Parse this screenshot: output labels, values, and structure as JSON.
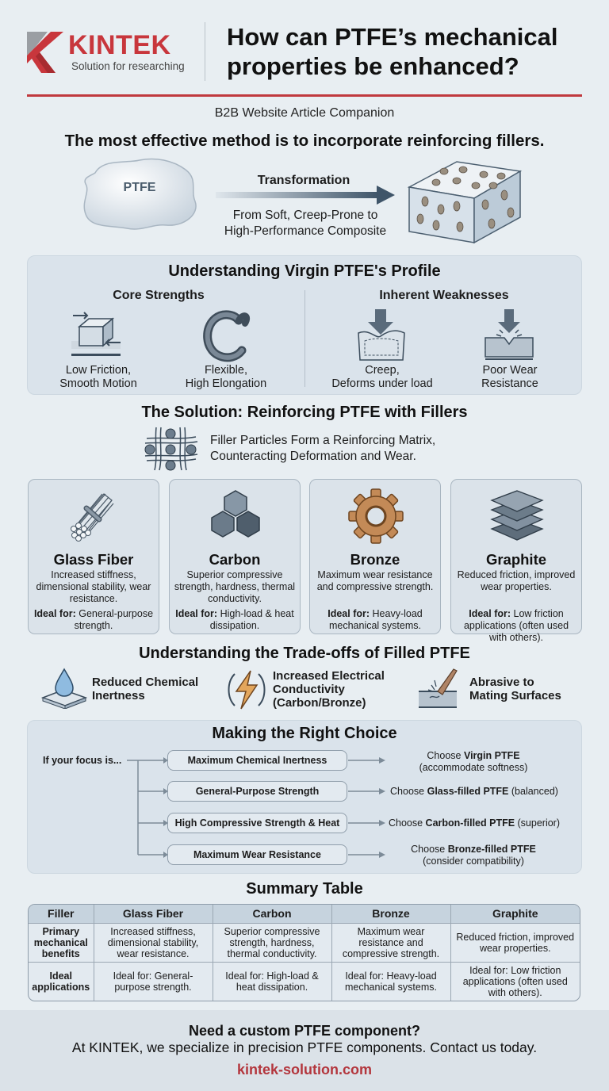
{
  "brand": {
    "name": "KINTEK",
    "tagline": "Solution for researching",
    "color": "#c8363c"
  },
  "header": {
    "title": "How can PTFE’s mechanical properties be enhanced?",
    "subtitle": "B2B Website Article Companion",
    "headline": "The most effective method is to incorporate reinforcing fillers."
  },
  "transformation": {
    "source_label": "PTFE",
    "arrow_label": "Transformation",
    "description_line1": "From Soft, Creep-Prone to",
    "description_line2": "High-Performance Composite"
  },
  "profile": {
    "title": "Understanding Virgin PTFE's Profile",
    "strengths_heading": "Core Strengths",
    "weaknesses_heading": "Inherent Weaknesses",
    "strengths": [
      {
        "icon": "sliding-block-icon",
        "line1": "Low Friction,",
        "line2": "Smooth Motion"
      },
      {
        "icon": "flexible-ring-icon",
        "line1": "Flexible,",
        "line2": "High Elongation"
      }
    ],
    "weaknesses": [
      {
        "icon": "creep-deform-icon",
        "line1": "Creep,",
        "line2": "Deforms under load"
      },
      {
        "icon": "wear-impact-icon",
        "line1": "Poor Wear",
        "line2": "Resistance"
      }
    ]
  },
  "solution": {
    "title": "The Solution: Reinforcing PTFE with Fillers",
    "line1": "Filler Particles Form a Reinforcing Matrix,",
    "line2": "Counteracting Deformation and Wear."
  },
  "fillers": [
    {
      "name": "Glass Fiber",
      "icon": "fiber-bundle-icon",
      "benefits": "Increased stiffness, dimensional stability, wear resistance.",
      "ideal_label": "Ideal for:",
      "ideal": "General-purpose strength."
    },
    {
      "name": "Carbon",
      "icon": "hexagon-crystals-icon",
      "benefits": "Superior compressive strength, hardness, thermal conductivity.",
      "ideal_label": "Ideal for:",
      "ideal": "High-load & heat dissipation."
    },
    {
      "name": "Bronze",
      "icon": "gear-icon",
      "benefits": "Maximum wear resistance and compressive strength.",
      "ideal_label": "Ideal for:",
      "ideal": "Heavy-load mechanical systems."
    },
    {
      "name": "Graphite",
      "icon": "layered-sheets-icon",
      "benefits": "Reduced friction, improved wear properties.",
      "ideal_label": "Ideal for:",
      "ideal": "Low friction applications (often used with others)."
    }
  ],
  "tradeoffs": {
    "title": "Understanding the Trade-offs of Filled PTFE",
    "items": [
      {
        "icon": "water-drop-icon",
        "line1": "Reduced Chemical",
        "line2": "Inertness",
        "line3": ""
      },
      {
        "icon": "lightning-bolt-icon",
        "line1": "Increased Electrical",
        "line2": "Conductivity",
        "line3": "(Carbon/Bronze)"
      },
      {
        "icon": "abrasion-icon",
        "line1": "Abrasive to",
        "line2": "Mating Surfaces",
        "line3": ""
      }
    ]
  },
  "choice": {
    "title": "Making the Right Choice",
    "focus_label": "If your focus is...",
    "rows": [
      {
        "focus": "Maximum Chemical Inertness",
        "pre": "Choose ",
        "bold": "Virgin PTFE",
        "post": "",
        "line2": "(accommodate softness)"
      },
      {
        "focus": "General-Purpose Strength",
        "pre": "Choose ",
        "bold": "Glass-filled PTFE",
        "post": " (balanced)",
        "line2": ""
      },
      {
        "focus": "High Compressive Strength & Heat",
        "pre": "Choose ",
        "bold": "Carbon-filled PTFE",
        "post": " (superior)",
        "line2": ""
      },
      {
        "focus": "Maximum Wear Resistance",
        "pre": "Choose ",
        "bold": "Bronze-filled PTFE",
        "post": "",
        "line2": "(consider compatibility)"
      }
    ]
  },
  "summary_table": {
    "title": "Summary Table",
    "headers": [
      "Filler",
      "Glass Fiber",
      "Carbon",
      "Bronze",
      "Graphite"
    ],
    "rows": [
      [
        "Primary mechanical benefits",
        "Increased stiffness, dimensional stability, wear resistance.",
        "Superior compressive strength, hardness, thermal conductivity.",
        "Maximum wear resistance and compressive strength.",
        "Reduced friction, improved wear properties."
      ],
      [
        "Ideal applications",
        "Ideal for: General-purpose strength.",
        "Ideal for: High-load & heat dissipation.",
        "Ideal for: Heavy-load mechanical systems.",
        "Ideal for: Low friction applications (often used with others)."
      ]
    ]
  },
  "footer": {
    "question": "Need a custom PTFE component?",
    "text": "At KINTEK, we specialize in precision PTFE components. Contact us today.",
    "link": "kintek-solution.com",
    "link_color": "#b3363d"
  }
}
